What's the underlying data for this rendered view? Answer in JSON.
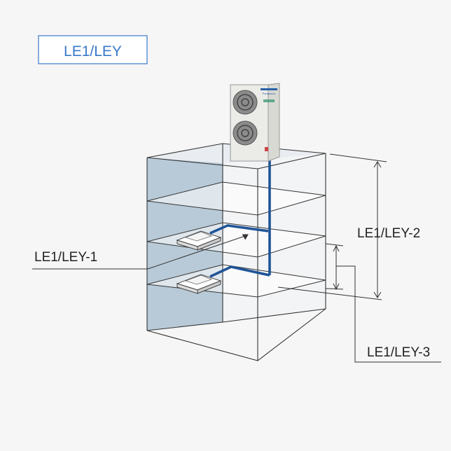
{
  "header": {
    "title": "LE1/LEY"
  },
  "callouts": {
    "label_1": "LE1/LEY-1",
    "label_2": "LE1/LEY-2",
    "label_3": "LE1/LEY-3"
  },
  "outdoor_unit": {
    "brand": "Panasonic"
  },
  "colors": {
    "accent": "#3a78c9",
    "pipe": "#1f5496",
    "wall_shade": "#b8cad8",
    "line": "#333333",
    "background": "#f6f6f6"
  }
}
